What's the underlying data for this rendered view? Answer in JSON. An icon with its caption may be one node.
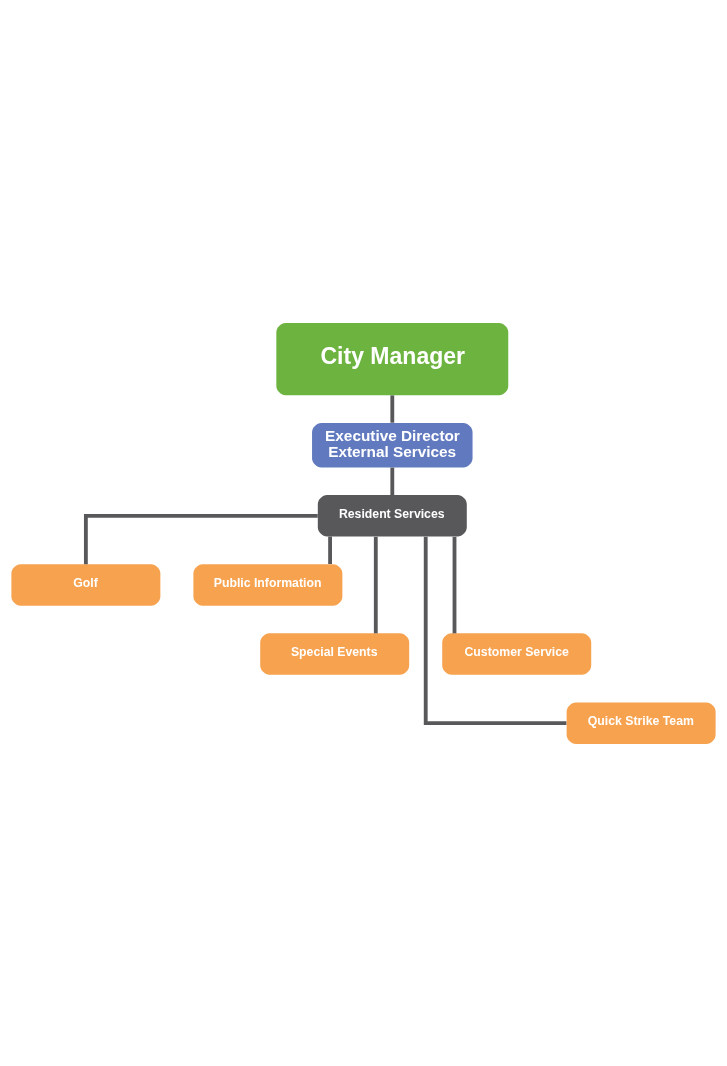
{
  "diagram": {
    "nodes": [
      {
        "text": [
          "City Manager"
        ]
      },
      {
        "text": [
          "Executive Director External Services"
        ]
      },
      {
        "text": [
          "Resident Services"
        ]
      },
      {
        "text": [
          "Golf"
        ]
      },
      {
        "text": [
          "Public Information"
        ]
      },
      {
        "text": [
          "Special Events"
        ]
      },
      {
        "text": [
          "Customer Service"
        ]
      },
      {
        "text": [
          "Quick Strike Team"
        ]
      }
    ],
    "edges": [
      {
        "from": 0,
        "to": 1,
        "arrow": "none"
      },
      {
        "from": 1,
        "to": 2,
        "arrow": "none"
      },
      {
        "from": 2,
        "to": 3,
        "arrow": "none"
      },
      {
        "from": 2,
        "to": 4,
        "arrow": "none"
      },
      {
        "from": 2,
        "to": 5,
        "arrow": "none"
      },
      {
        "from": 2,
        "to": 6,
        "arrow": "none"
      },
      {
        "from": 2,
        "to": 7,
        "arrow": "none"
      }
    ]
  }
}
